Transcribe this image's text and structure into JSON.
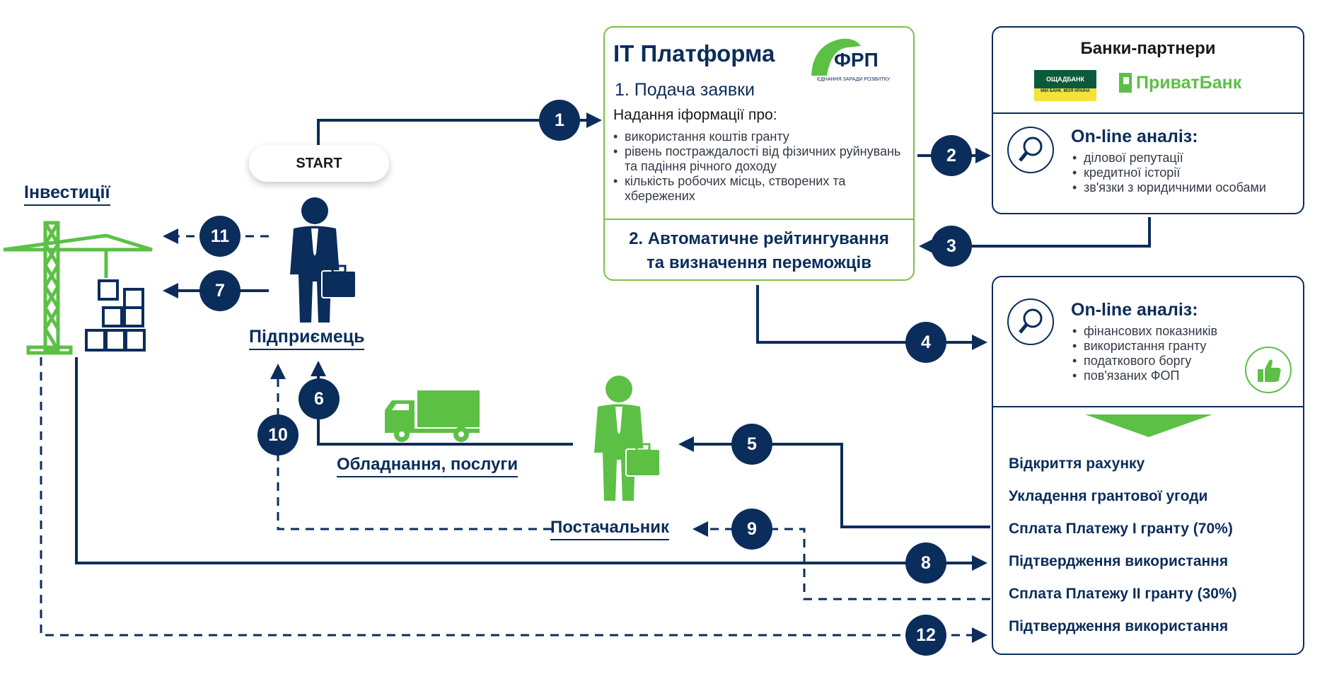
{
  "colors": {
    "navy": "#0b2d5b",
    "green": "#5cc045",
    "light_green": "#7bc143"
  },
  "start_label": "START",
  "investments_label": "Інвестиції",
  "entrepreneur_label": "Підприємець",
  "supplier_label": "Постачальник",
  "equipment_label": "Обладнання, послуги",
  "platform": {
    "title": "ІТ Платформа",
    "logo_text": "ФРП",
    "logo_subtitle": "ЄДНАННЯ ЗАРАДИ РОЗВИТКУ",
    "step1_title": "1. Подача заявки",
    "info_heading": "Надання іформації про:",
    "info_items": [
      "використання коштів гранту",
      "рівень постраждалості  від фізичних руйнувань та падіння річного доходу",
      "кількість робочих місць, створених та хбережених"
    ],
    "step2_line1": "2. Автоматичне рейтингування",
    "step2_line2": "та визначення переможців"
  },
  "banks": {
    "title": "Банки-партнери",
    "oschad_name": "ОЩАДБАНК",
    "oschad_slogan": "МІЙ БАНК. МОЯ КРАЇНА",
    "privat_name": "ПриватБанк",
    "analysis_title": "On-line аналіз:",
    "analysis_items": [
      "ділової репутації",
      "кредитної історії",
      "зв'язки з юридичними особами"
    ]
  },
  "analysis2": {
    "title": "On-line аналіз:",
    "items": [
      "фінансових показників",
      "використання гранту",
      "податкового боргу",
      "пов'язаних ФОП"
    ]
  },
  "steps_list": [
    "Відкриття рахунку",
    "Укладення грантової угоди",
    "Сплата Платежу І гранту (70%)",
    "Підтвердження використання",
    "Сплата Платежу ІІ гранту (30%)",
    "Підтвердження використання"
  ],
  "badges": [
    "1",
    "2",
    "3",
    "4",
    "5",
    "6",
    "7",
    "8",
    "9",
    "10",
    "11",
    "12"
  ]
}
